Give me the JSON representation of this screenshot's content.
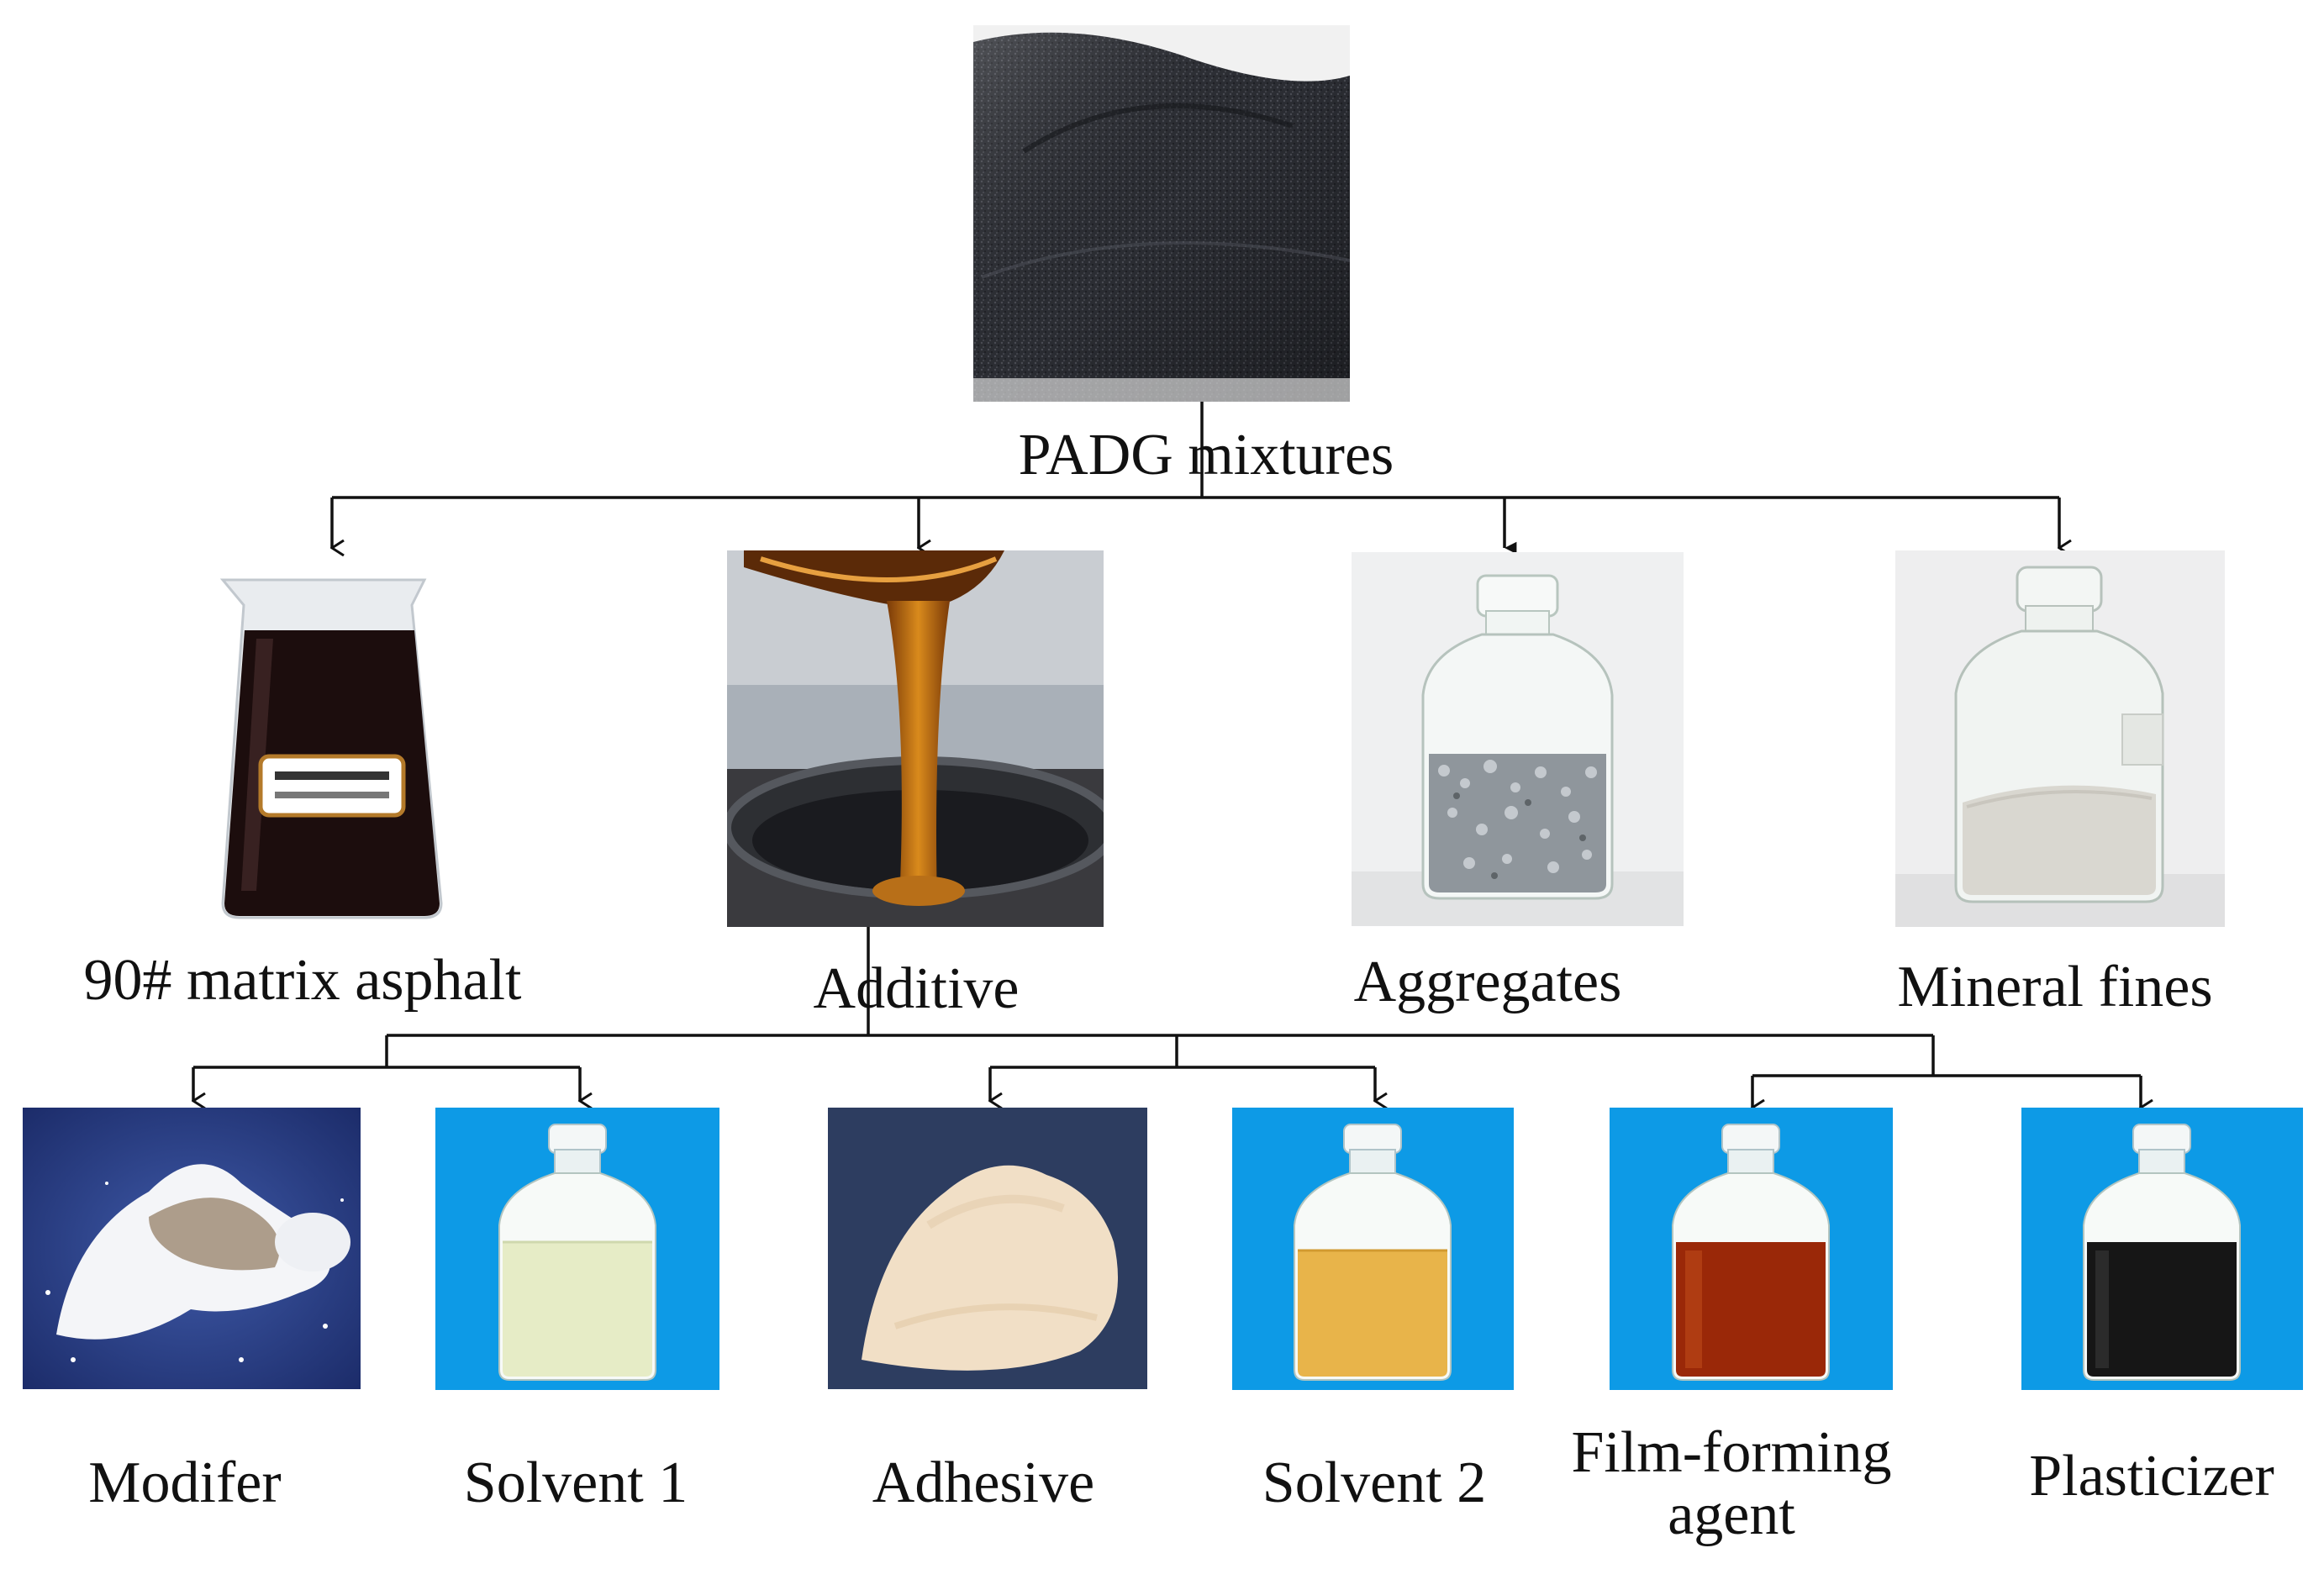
{
  "root": {
    "label": "PADG mixtures",
    "image": "black-asphalt-mixture-photo"
  },
  "components": [
    {
      "id": "matrix",
      "label": "90# matrix asphalt",
      "image": "asphalt-beaker-photo"
    },
    {
      "id": "additive",
      "label": "Additive",
      "image": "pouring-additive-photo"
    },
    {
      "id": "aggregates",
      "label": "Aggregates",
      "image": "aggregates-jar-photo"
    },
    {
      "id": "fines",
      "label": "Mineral fines",
      "image": "mineral-fines-jar-photo"
    }
  ],
  "additive_parts": [
    {
      "id": "modifer",
      "label": "Modifer",
      "image": "white-granules-photo"
    },
    {
      "id": "solvent1",
      "label": "Solvent 1",
      "image": "clear-liquid-bottle-photo"
    },
    {
      "id": "adhesive",
      "label": "Adhesive",
      "image": "cream-powder-photo"
    },
    {
      "id": "solvent2",
      "label": "Solvent 2",
      "image": "yellow-liquid-bottle-photo"
    },
    {
      "id": "film",
      "label": "Film-forming\nagent",
      "image": "red-liquid-bottle-photo"
    },
    {
      "id": "plasticizer",
      "label": "Plasticizer",
      "image": "dark-liquid-bottle-photo"
    }
  ],
  "colors": {
    "line": "#111111",
    "panel_blue": "#0d9ae6",
    "asphalt": "#1c0d0d",
    "solvent1": "#e6ecc6",
    "solvent2": "#e8b44a",
    "film": "#9a2808",
    "plasticizer": "#161616"
  }
}
